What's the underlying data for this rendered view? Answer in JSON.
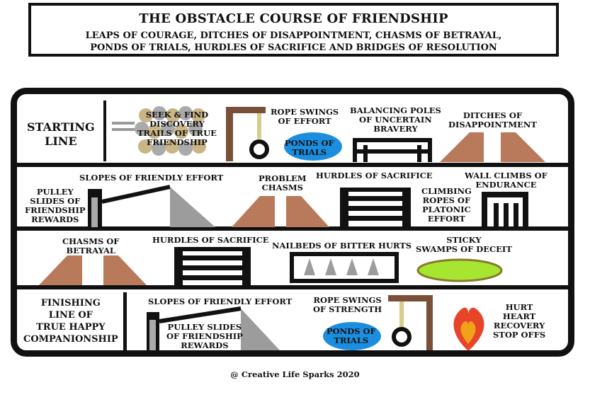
{
  "title": "THE OBSTACLE COURSE OF FRIENDSHIP",
  "subtitle_line1": "LEAPS OF COURAGE, DITCHES OF DISAPPOINTMENT, CHASMS OF BETRAYAL,",
  "subtitle_line2": "PONDS OF TRIALS, HURDLES OF SACRIFICE AND BRIDGES OF RESOLUTION",
  "row1": {
    "start_line_1": "STARTING",
    "start_line_2": "LINE",
    "seek_find": [
      "SEEK & FIND",
      "DISCOVERY",
      "TRAILS OF TRUE",
      "FRIENDSHIP"
    ],
    "rope_swings": [
      "ROPE SWINGS",
      "OF EFFORT"
    ],
    "ponds": [
      "PONDS OF",
      "TRIALS"
    ],
    "balancing_poles": [
      "BALANCING POLES",
      "OF UNCERTAIN",
      "BRAVERY"
    ],
    "ditches": [
      "DITCHES OF",
      "DISAPPOINTMENT"
    ]
  },
  "row2": {
    "pulley_slides": [
      "PULLEY",
      "SLIDES OF",
      "FRIENDSHIP",
      "REWARDS"
    ],
    "slopes": "SLOPES OF FRIENDLY EFFORT",
    "problem_chasms": [
      "PROBLEM",
      "CHASMS"
    ],
    "hurdles": "HURDLES OF SACRIFICE",
    "climbing_ropes": [
      "CLIMBING",
      "ROPES OF",
      "PLATONIC",
      "EFFORT"
    ],
    "wall_climbs": [
      "WALL CLIMBS OF",
      "ENDURANCE"
    ]
  },
  "row3": {
    "chasms_betrayal": [
      "CHASMS OF",
      "BETRAYAL"
    ],
    "hurdles": "HURDLES OF SACRIFICE",
    "nailbeds": "NAILBEDS OF BITTER HURTS",
    "sticky_swamps": [
      "STICKY",
      "SWAMPS OF DECEIT"
    ]
  },
  "row4": {
    "finish": [
      "FINISHING",
      "LINE OF",
      "TRUE HAPPY",
      "COMPANIONSHIP"
    ],
    "slopes": "SLOPES OF FRIENDLY EFFORT",
    "pulley_slides": [
      "PULLEY SLIDES",
      "OF FRIENDSHIP",
      "REWARDS"
    ],
    "rope_swings": [
      "ROPE SWINGS",
      "OF STRENGTH"
    ],
    "ponds": [
      "PONDS OF",
      "TRIALS"
    ],
    "hurt_heart": [
      "HURT",
      "HEART",
      "RECOVERY",
      "STOP OFFS"
    ]
  },
  "credit": "@ Creative Life Sparks 2020",
  "colors": {
    "ramp_brown": "#b87a5a",
    "slope_gray": "#9c9c9c",
    "rope_tan": "#d8cc8a",
    "post_brown": "#7a5038",
    "pond_blue": "#1c8ee0",
    "swamp_green": "#a6e630",
    "heart_red": "#e8442a",
    "flame_orange": "#f2a21a"
  }
}
